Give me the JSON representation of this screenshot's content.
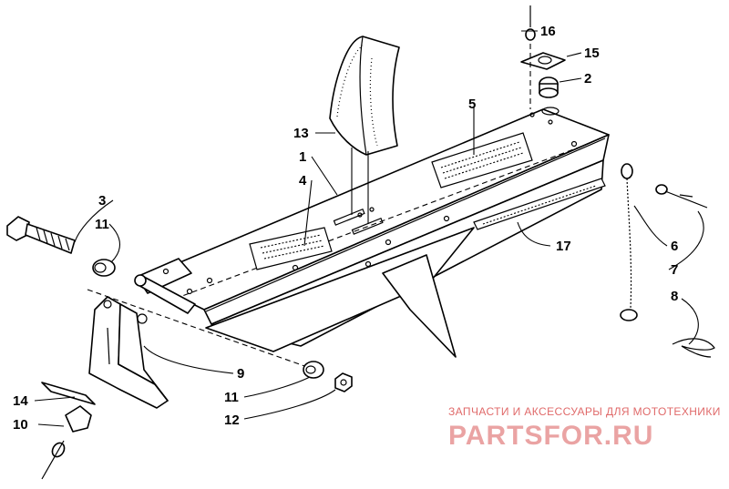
{
  "callouts": [
    {
      "id": "c16",
      "text": "16"
    },
    {
      "id": "c15",
      "text": "15"
    },
    {
      "id": "c2",
      "text": "2"
    },
    {
      "id": "c5",
      "text": "5"
    },
    {
      "id": "c13",
      "text": "13"
    },
    {
      "id": "c1",
      "text": "1"
    },
    {
      "id": "c4",
      "text": "4"
    },
    {
      "id": "c3",
      "text": "3"
    },
    {
      "id": "c11a",
      "text": "11"
    },
    {
      "id": "c17",
      "text": "17"
    },
    {
      "id": "c6",
      "text": "6"
    },
    {
      "id": "c7",
      "text": "7"
    },
    {
      "id": "c8",
      "text": "8"
    },
    {
      "id": "c9",
      "text": "9"
    },
    {
      "id": "c14",
      "text": "14"
    },
    {
      "id": "c11b",
      "text": "11"
    },
    {
      "id": "c10",
      "text": "10"
    },
    {
      "id": "c12",
      "text": "12"
    }
  ],
  "watermark": {
    "tagline": "ЗАПЧАСТИ И АКСЕССУАРЫ ДЛЯ МОТОТЕХНИКИ",
    "brand": "PARTSFOR.RU"
  }
}
